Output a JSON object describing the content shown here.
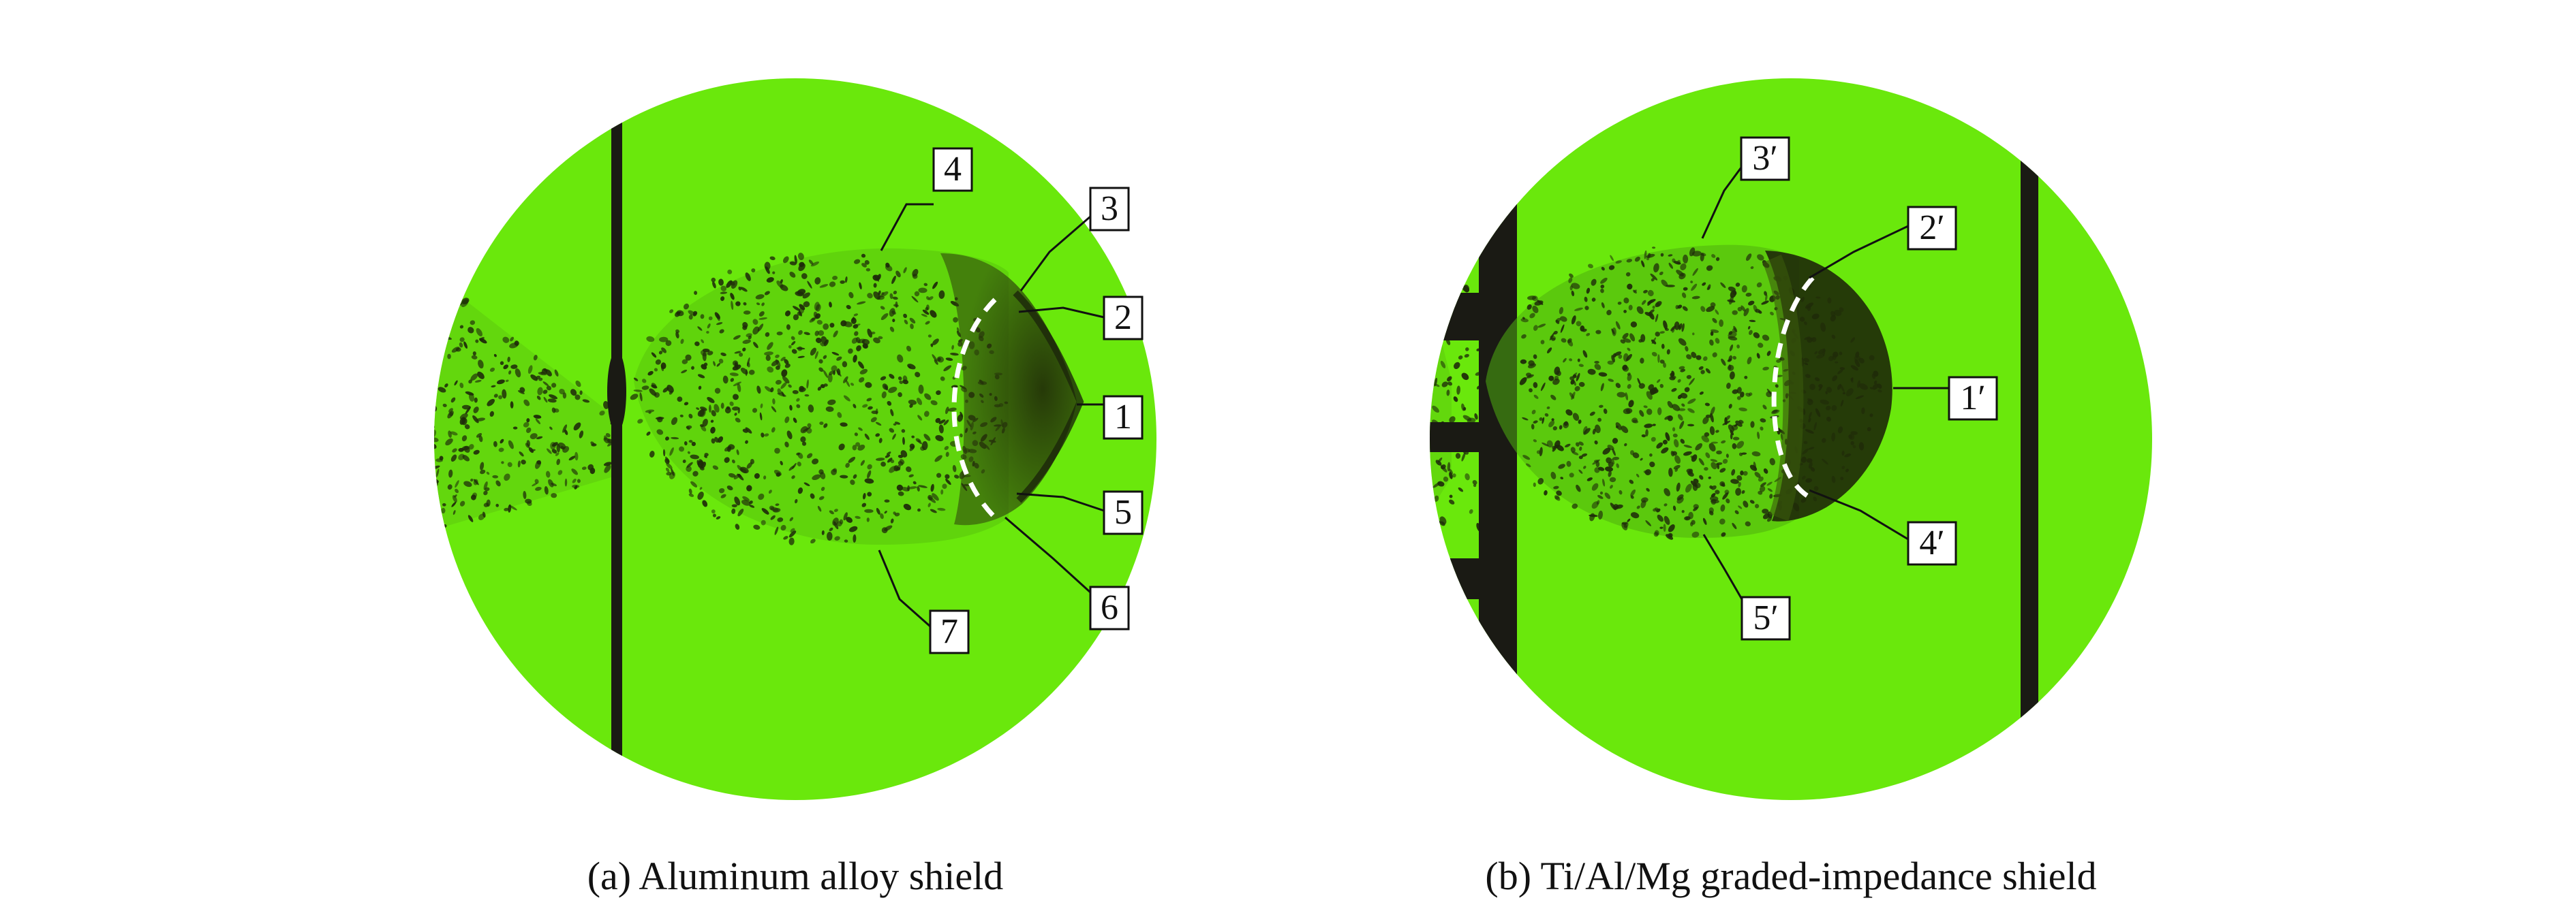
{
  "panels": [
    {
      "id": "a",
      "caption": "(a) Aluminum alloy shield",
      "labels": [
        "4",
        "3",
        "2",
        "1",
        "5",
        "6",
        "7"
      ]
    },
    {
      "id": "b",
      "caption": "(b) Ti/Al/Mg graded-impedance shield",
      "labels": [
        "3′",
        "2′",
        "1′",
        "4′",
        "5′"
      ]
    }
  ],
  "colors": {
    "background": "#6ae80c",
    "debris": "#1e2a0a",
    "plate": "#1a1a14",
    "boundary_dash": "#ffffff"
  }
}
